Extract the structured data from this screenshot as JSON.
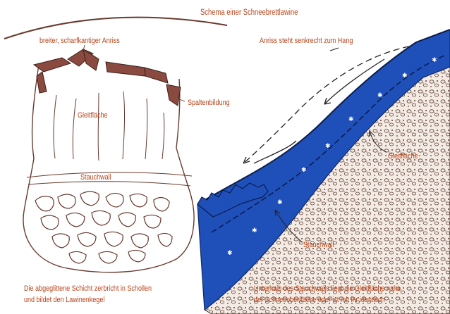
{
  "title": "Schema einer Schneebrettlawine",
  "labels": {
    "breiter_anriss": "breiter, scharfkantiger Anriss",
    "anriss_senkrecht": "Anriss steht senkrecht zum Hang",
    "spaltenbildung": "Spaltenbildung",
    "gleitflaeche_left": "Gleitfläche",
    "gleitflaeche_right": "Gleitfläche",
    "stauchwall_left": "Stauchwall",
    "stauchwall_right": "Stauchwall"
  },
  "captions": {
    "left_line1": "Die abgeglittene Schicht zerbricht in Schollen",
    "left_line2": "und bildet den Lawinenkegel",
    "right_line1": "Unterhalb des Stauchwalls liegt die Gleitfläche nahe",
    "right_line2": "der Schneeoberfläche oder ist mit ihr identisch"
  },
  "colors": {
    "label_text": "#b8441a",
    "snow_slab": "#1f4fb8",
    "sketch_line": "#6a3a2e",
    "anriss_fill": "#8b4a3f"
  }
}
